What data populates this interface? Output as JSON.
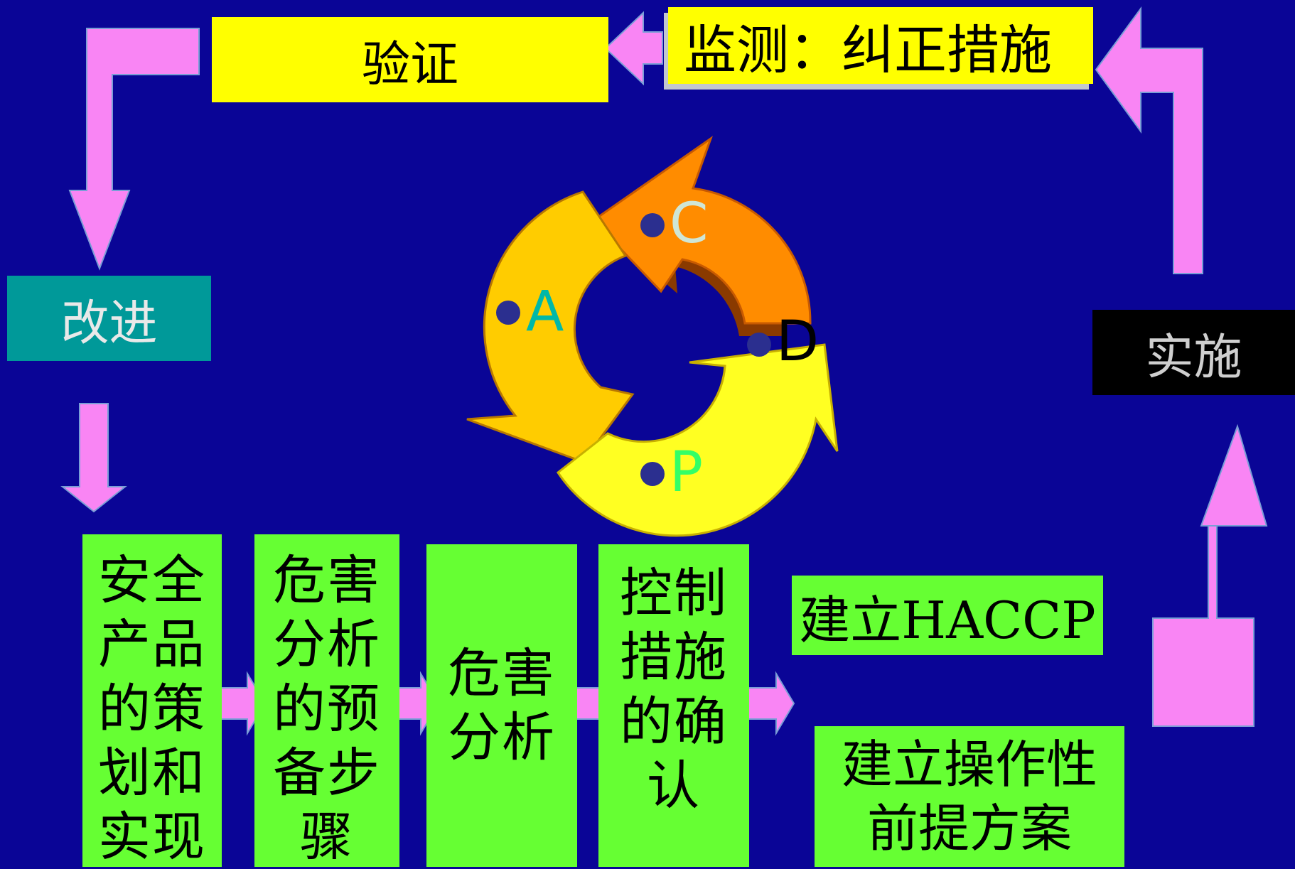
{
  "boxes": {
    "verify": "验证",
    "monitor": "监测：纠正措施",
    "improve": "改进",
    "implement": "实施",
    "step1": "安全\n产品\n的策\n划和\n实现",
    "step2": "危害\n分析\n的预\n备步\n骤",
    "step3": "危害\n分析",
    "step4": "控制\n措施\n的确\n认",
    "haccp": "建立HACCP",
    "prp": "建立操作性\n前提方案"
  },
  "pdca": {
    "c": "C",
    "a": "A",
    "d": "D",
    "p": "P"
  },
  "colors": {
    "background": "#0a0596",
    "arrow_pink": "#f985f4",
    "box_yellow": "#ffff00",
    "box_green": "#66ff33",
    "box_teal": "#009999",
    "box_black": "#000000",
    "segment_orange": "#ff8c00",
    "segment_gold": "#ffcc00",
    "segment_yellow": "#ffff22"
  }
}
